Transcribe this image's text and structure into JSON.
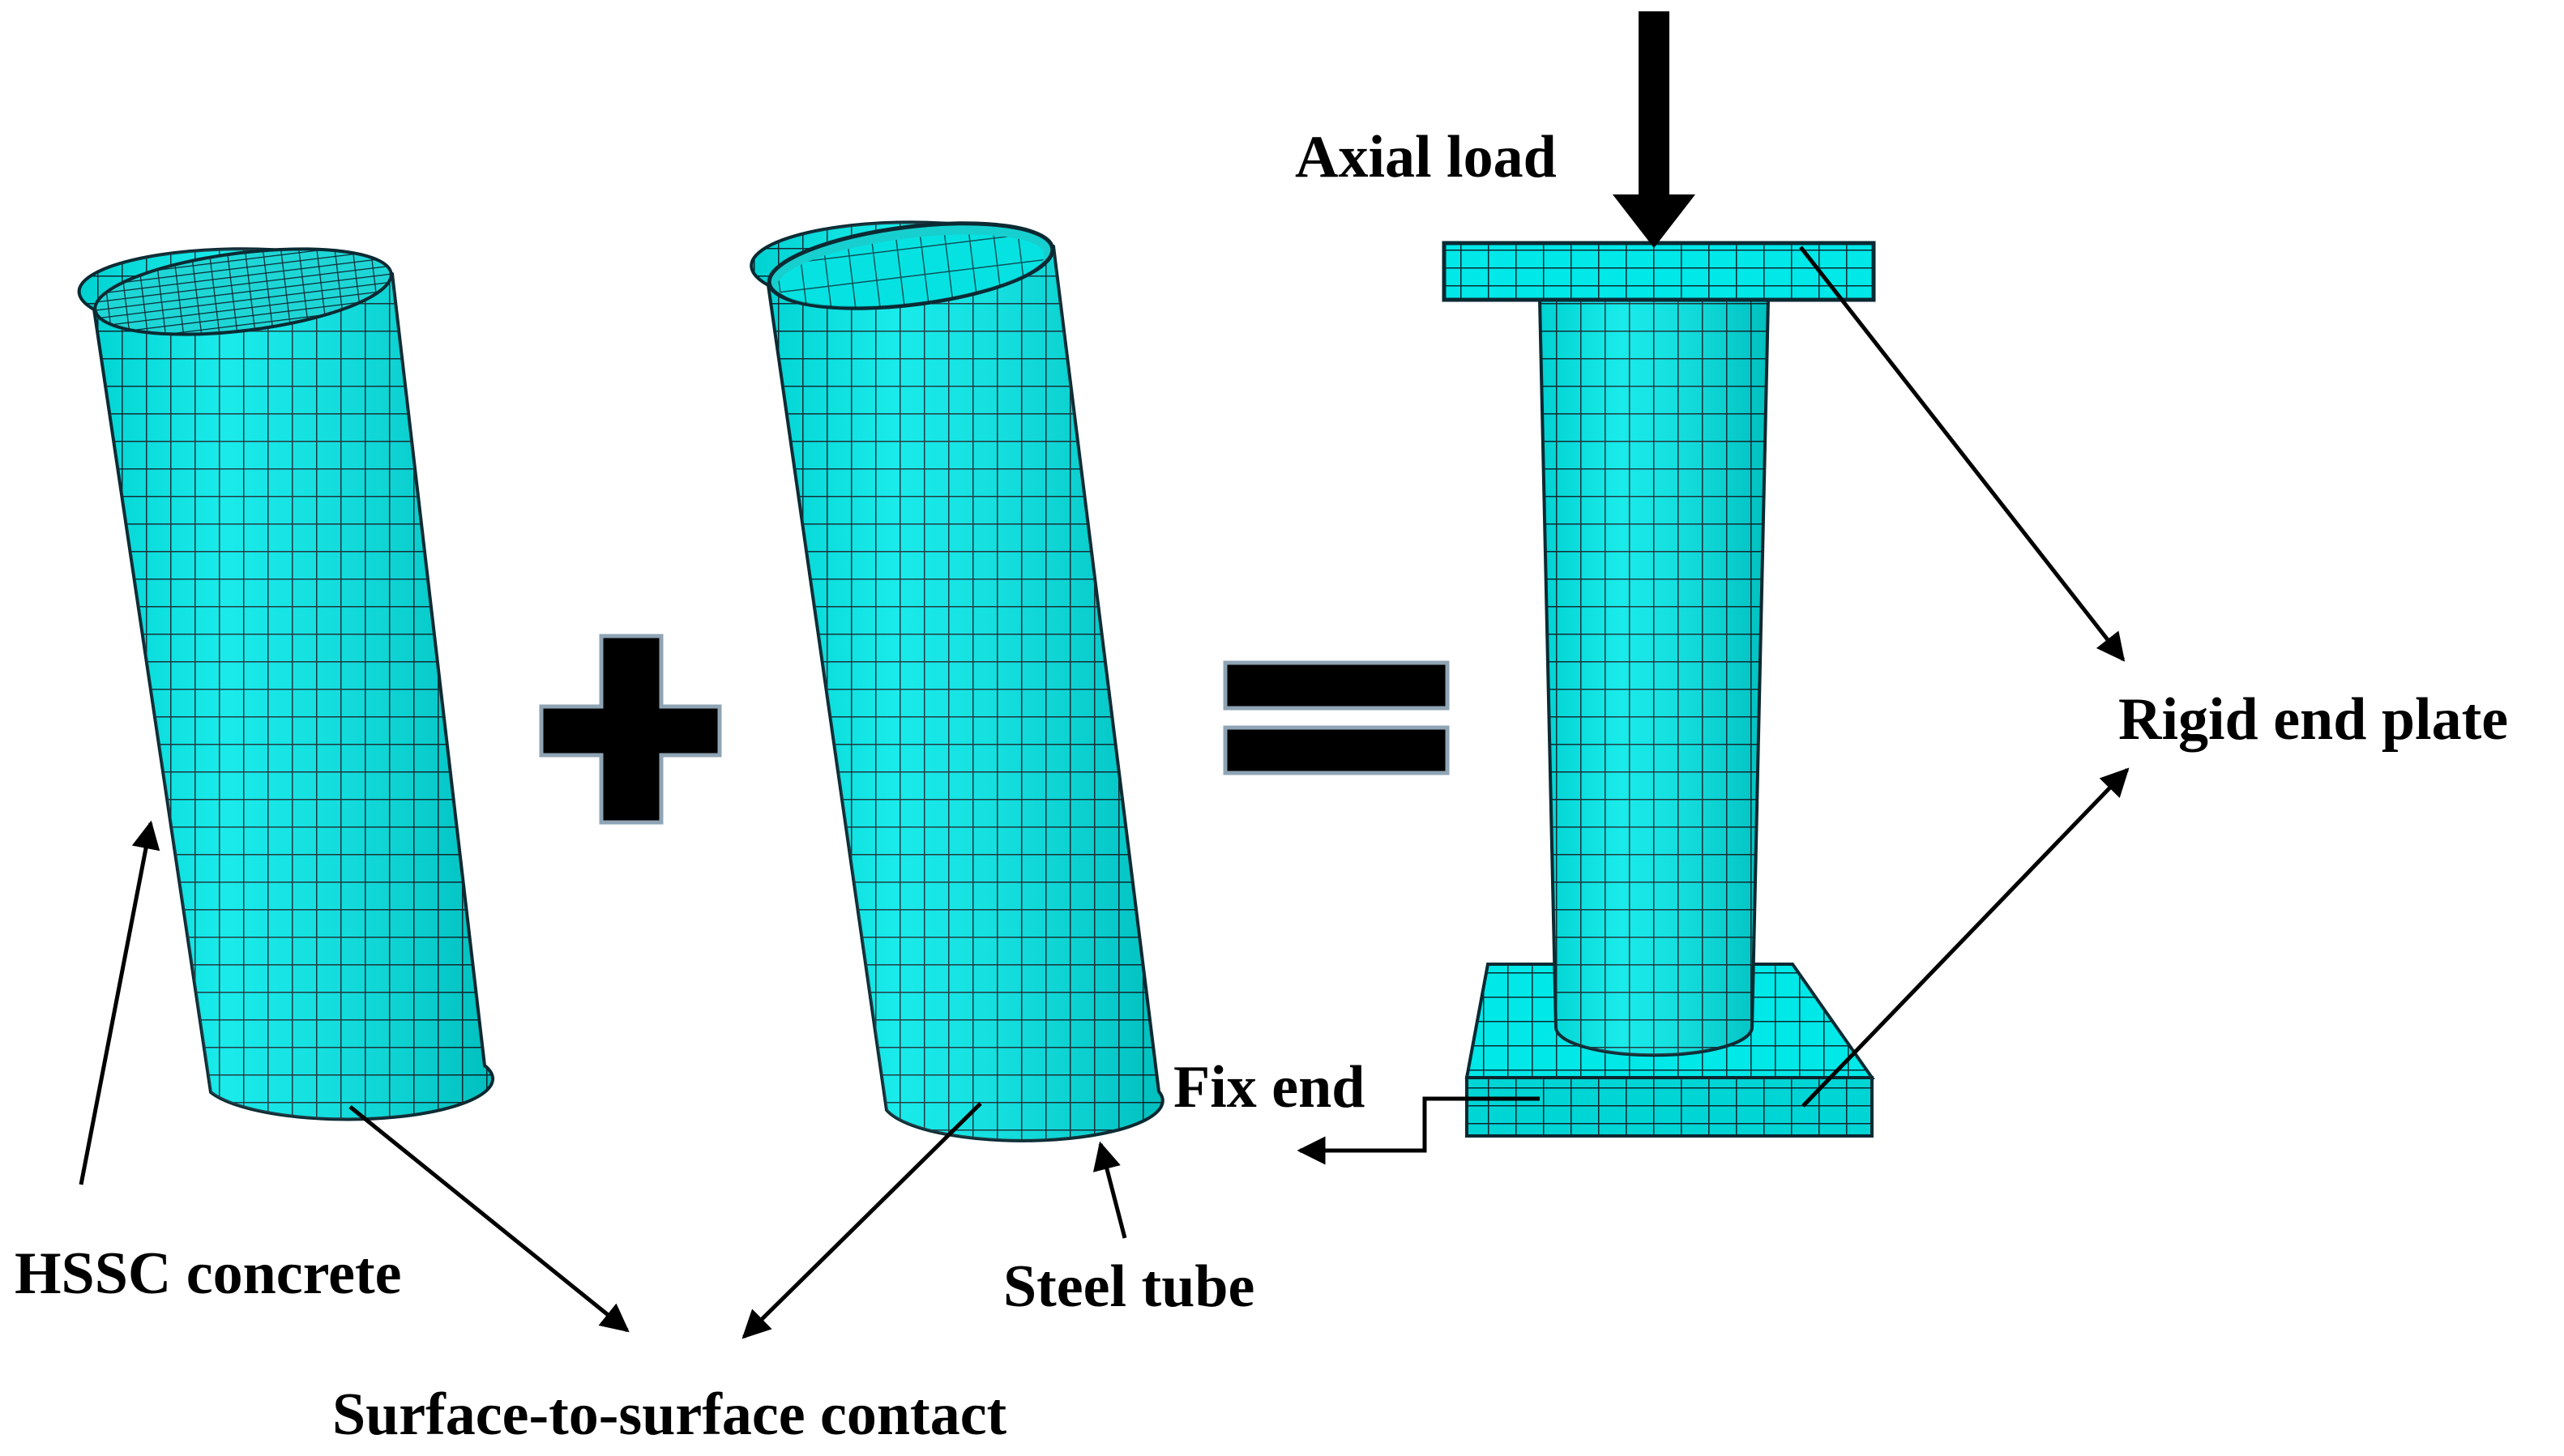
{
  "labels": {
    "axial_load": "Axial load",
    "rigid_end_plate": "Rigid end plate",
    "fix_end": "Fix end",
    "hssc_concrete": "HSSC concrete",
    "steel_tube": "Steel tube",
    "surface_contact": "Surface-to-surface contact"
  },
  "colors": {
    "mesh_fill": "#00E8E8",
    "mesh_line": "#0b2a33",
    "operator_fill": "#000000",
    "operator_outline": "#8fa4b4",
    "arrow": "#000000"
  },
  "symbols": {
    "plus": "plus-sign",
    "equals": "equals-sign"
  }
}
